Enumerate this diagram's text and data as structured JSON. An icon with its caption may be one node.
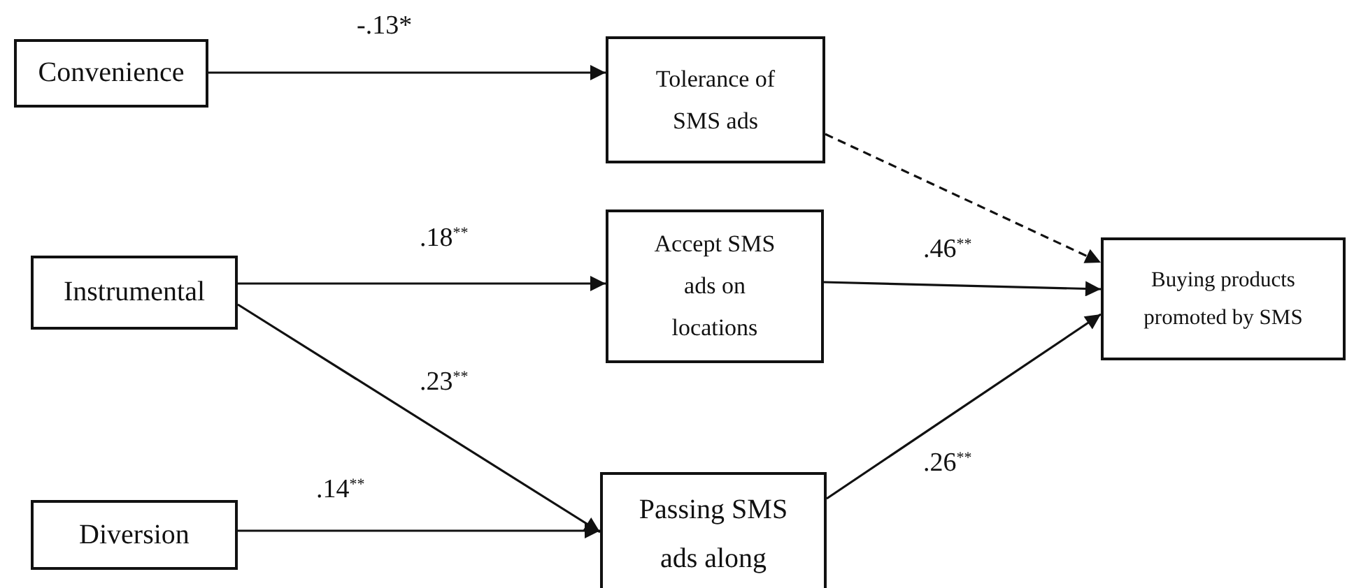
{
  "diagram": {
    "nodes": [
      {
        "text": [
          "Convenience"
        ]
      },
      {
        "text": [
          "Instrumental"
        ]
      },
      {
        "text": [
          "Diversion"
        ]
      },
      {
        "text": [
          "Tolerance of SMS ads"
        ]
      },
      {
        "text": [
          "Accept SMS ads on locations"
        ]
      },
      {
        "text": [
          "Passing SMS ads along"
        ]
      },
      {
        "text": [
          "Buying products promoted by SMS"
        ]
      }
    ],
    "edges": [
      {
        "from": 0,
        "to": 3,
        "arrow": "to",
        "label": "-.13*"
      },
      {
        "from": 1,
        "to": 4,
        "arrow": "to",
        "label": ".18$^{**}$"
      },
      {
        "from": 1,
        "to": 5,
        "arrow": "to",
        "label": ".23$^{**}$"
      },
      {
        "from": 2,
        "to": 5,
        "arrow": "to",
        "label": ".14$^{**}$"
      },
      {
        "from": 3,
        "to": 6,
        "arrow": "to",
        "style": "dashed"
      },
      {
        "from": 4,
        "to": 6,
        "arrow": "to",
        "label": ".46$^{**}$"
      },
      {
        "from": 5,
        "to": 6,
        "arrow": "to",
        "label": ".26$^{**}$"
      }
    ]
  }
}
